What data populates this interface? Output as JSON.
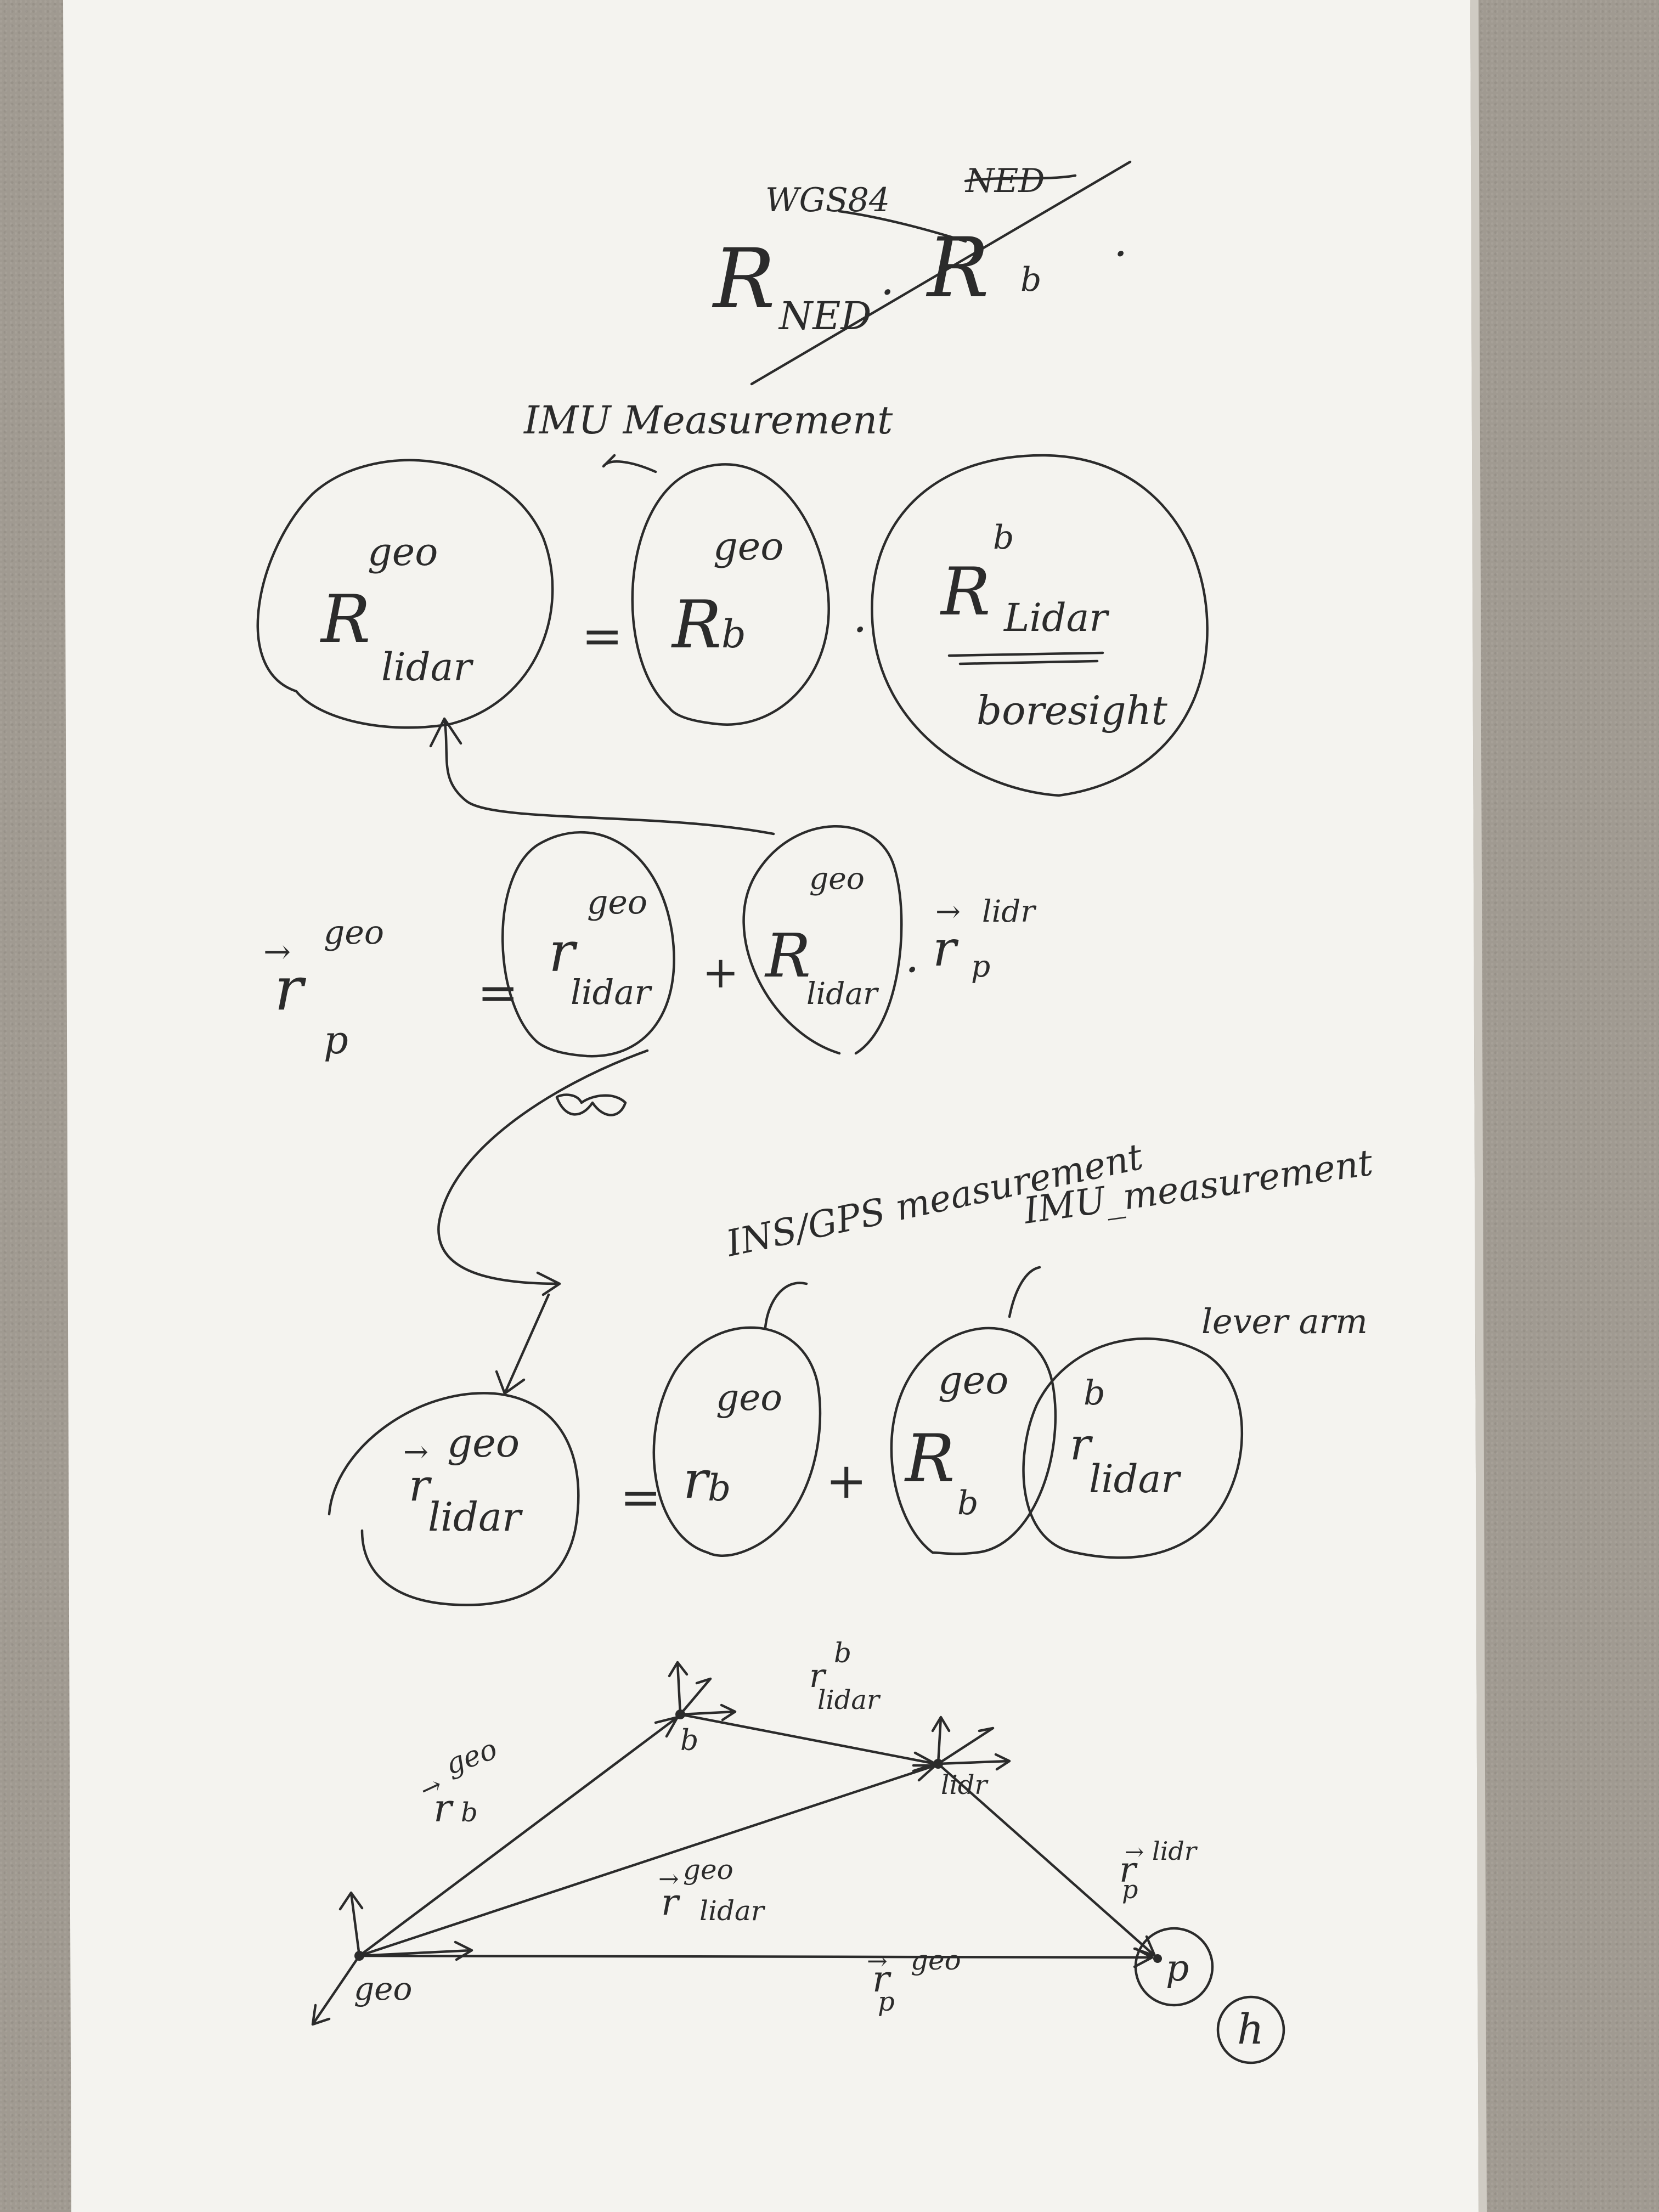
{
  "page": {
    "corner_badge": "h"
  },
  "top_equation": {
    "R_symbol": "R",
    "sup_crossed_out_left": "WGS84",
    "sup_crossed_out_right": "NED",
    "sub_left": "NED",
    "dot": "·",
    "Rb_symbol": "R",
    "sub_right": "b",
    "trailing_dot": "·"
  },
  "imu_note": "IMU Measurement",
  "rotation_equation": {
    "lhs": {
      "symbol": "R",
      "sup": "geo",
      "sub": "lidar"
    },
    "equals": "=",
    "term1": {
      "symbol": "R",
      "sup": "geo",
      "sub": "b"
    },
    "dot": "·",
    "term2": {
      "symbol": "R",
      "sup": "b",
      "sub": "Lidar",
      "note": "boresight"
    }
  },
  "position_equation": {
    "lhs": {
      "symbol": "r",
      "sup": "geo",
      "sub": "p"
    },
    "equals": "=",
    "term1": {
      "symbol": "r",
      "sup": "geo",
      "sub": "lidar"
    },
    "plus": "+",
    "term2": {
      "symbol": "R",
      "sup": "geo",
      "sub": "lidar"
    },
    "dot": "·",
    "term3": {
      "symbol": "r",
      "sup": "lidr",
      "sub": "p"
    }
  },
  "lidar_position_equation": {
    "ins_note": "INS/GPS measurement",
    "imu_note": "IMU_measurement",
    "lever_note": "lever arm",
    "lhs": {
      "symbol": "r",
      "sup": "geo",
      "sub": "lidar"
    },
    "equals": "=",
    "term1": {
      "symbol": "r",
      "sup": "geo",
      "sub": "b"
    },
    "plus": "+",
    "term2": {
      "symbol": "R",
      "sup": "geo",
      "sub": "b"
    },
    "term3": {
      "symbol": "r",
      "sup": "b",
      "sub": "lidar"
    }
  },
  "diagram": {
    "frames": {
      "geo": "geo",
      "b": "b",
      "lidar": "lidr",
      "point": "p"
    },
    "vectors": {
      "r_b_geo": {
        "symbol": "r",
        "sup": "geo",
        "sub": "b"
      },
      "r_lidar_b": {
        "symbol": "r",
        "sup": "b",
        "sub": "lidar"
      },
      "r_lidar_geo": {
        "symbol": "r",
        "sup": "geo",
        "sub": "lidar"
      },
      "r_p_lidr": {
        "symbol": "r",
        "sup": "lidr",
        "sub": "p"
      },
      "r_p_geo": {
        "symbol": "r",
        "sup": "geo",
        "sub": "p"
      }
    }
  }
}
